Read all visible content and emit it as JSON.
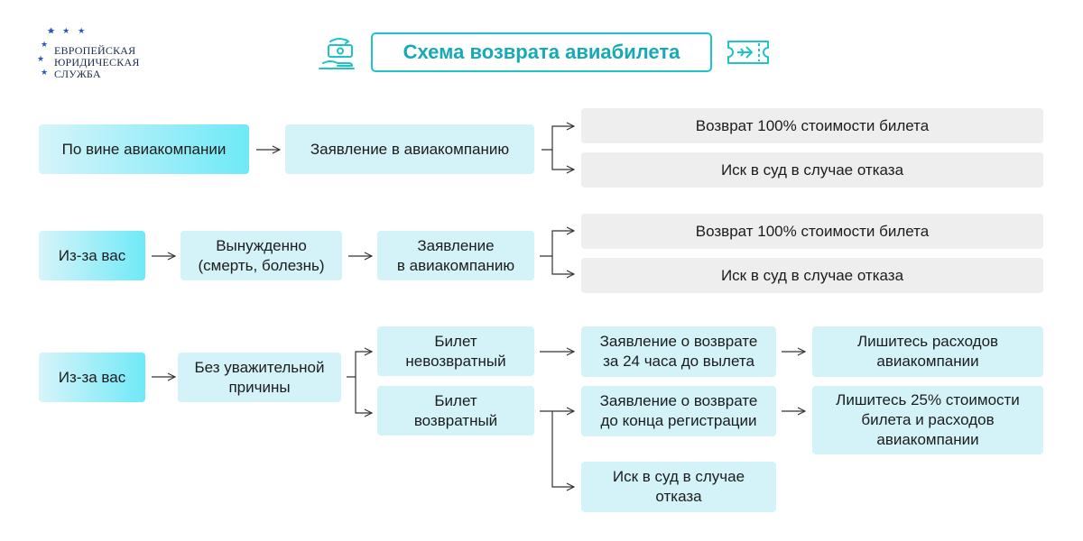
{
  "logo": {
    "lines": [
      "ЕВРОПЕЙСКАЯ",
      "ЮРИДИЧЕСКАЯ",
      "СЛУЖБА"
    ]
  },
  "title": "Схема возврата авиабилета",
  "icons": {
    "left": "money-return-icon",
    "right": "plane-ticket-icon",
    "logo": "eu-stars-icon"
  },
  "colors": {
    "accent": "#1ec4c7",
    "box_light": "#d4f3f9",
    "box_result": "#eeeeee",
    "start_gradient_end": "#6fe9f7"
  },
  "row1": {
    "start": "По вине авиакомпании",
    "step": "Заявление в авиакомпанию",
    "results": [
      "Возврат 100% стоимости билета",
      "Иск в суд в случае отказа"
    ]
  },
  "row2": {
    "start": "Из-за вас",
    "reason": [
      "Вынужденно",
      "(смерть, болезнь)"
    ],
    "step": [
      "Заявление",
      "в авиакомпанию"
    ],
    "results": [
      "Возврат 100% стоимости билета",
      "Иск в суд в случае отказа"
    ]
  },
  "row3": {
    "start": "Из-за вас",
    "reason": [
      "Без уважительной",
      "причины"
    ],
    "ticket_nonrefundable": [
      "Билет",
      "невозвратный"
    ],
    "ticket_refundable": [
      "Билет",
      "возвратный"
    ],
    "claim_24h": [
      "Заявление о возврате",
      "за 24 часа до вылета"
    ],
    "claim_registration": [
      "Заявление о возврате",
      "до конца регистрации"
    ],
    "lawsuit": [
      "Иск в суд в случае",
      "отказа"
    ],
    "lose_airline_costs": [
      "Лишитесь расходов",
      "авиакомпании"
    ],
    "lose_25": [
      "Лишитесь 25% стоимости",
      "билета и расходов",
      "авиакомпании"
    ]
  }
}
